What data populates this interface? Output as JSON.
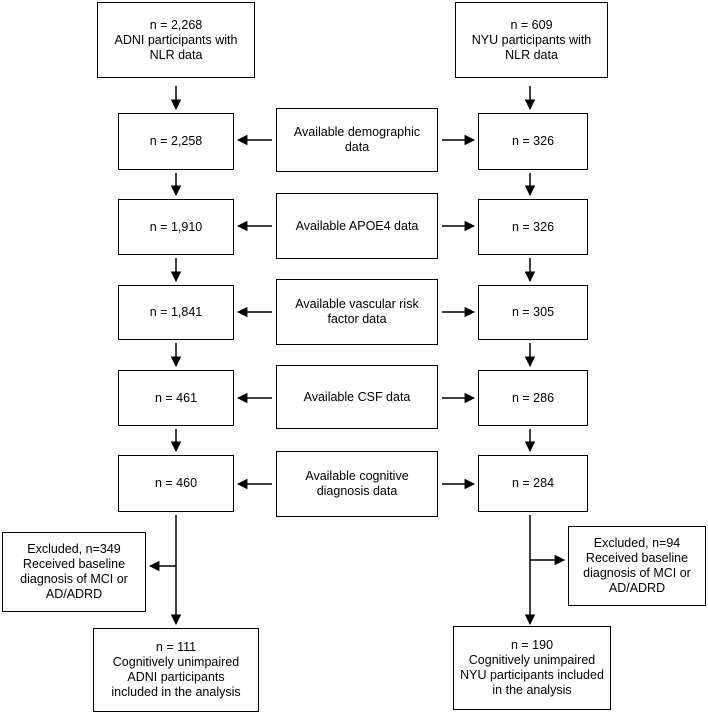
{
  "adni": {
    "start": [
      "n = 2,268",
      "ADNI participants with",
      "NLR data"
    ],
    "steps": [
      "n = 2,258",
      "n = 1,910",
      "n = 1,841",
      "n = 461",
      "n = 460"
    ],
    "excluded": [
      "Excluded, n=349",
      "Received baseline",
      "diagnosis of MCI or",
      "AD/ADRD"
    ],
    "final": [
      "n = 111",
      "Cognitively unimpaired",
      "ADNI participants",
      "included in the analysis"
    ]
  },
  "nyu": {
    "start": [
      "n = 609",
      "NYU participants with",
      "NLR data"
    ],
    "steps": [
      "n = 326",
      "n = 326",
      "n = 305",
      "n = 286",
      "n = 284"
    ],
    "excluded": [
      "Excluded, n=94",
      "Received baseline",
      "diagnosis of MCI or",
      "AD/ADRD"
    ],
    "final": [
      "n = 190",
      "Cognitively unimpaired",
      "NYU participants included",
      "in the analysis"
    ]
  },
  "criteria": [
    [
      "Available demographic",
      "data"
    ],
    [
      "Available APOE4 data"
    ],
    [
      "Available vascular risk",
      "factor data"
    ],
    [
      "Available CSF data"
    ],
    [
      "Available cognitive",
      "diagnosis data"
    ]
  ]
}
